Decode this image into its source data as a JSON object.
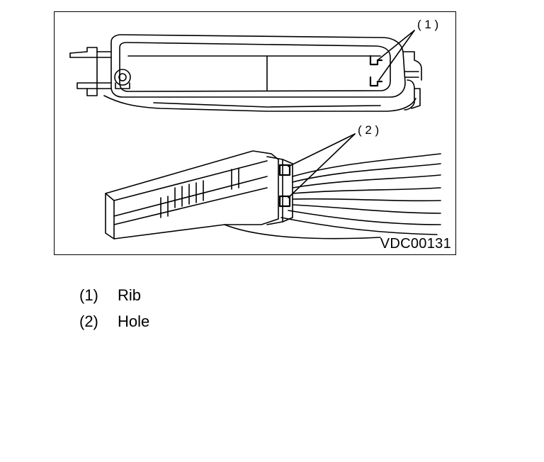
{
  "figure": {
    "code": "VDC00131",
    "callouts": [
      "( 1 )",
      "( 2 )"
    ]
  },
  "legend": [
    {
      "num": "(1)",
      "label": "Rib"
    },
    {
      "num": "(2)",
      "label": "Hole"
    }
  ]
}
